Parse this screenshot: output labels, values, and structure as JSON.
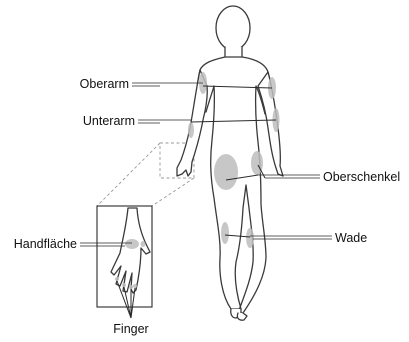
{
  "labels": {
    "upper_arm": "Oberarm",
    "forearm": "Unterarm",
    "thigh": "Oberschenkel",
    "calf": "Wade",
    "palm": "Handfläche",
    "fingers": "Finger"
  },
  "colors": {
    "outline": "#3a3a3a",
    "shading": "#bdbdbd",
    "leader": "#2a2a2a",
    "dashed_guide": "#9a9a9a"
  }
}
